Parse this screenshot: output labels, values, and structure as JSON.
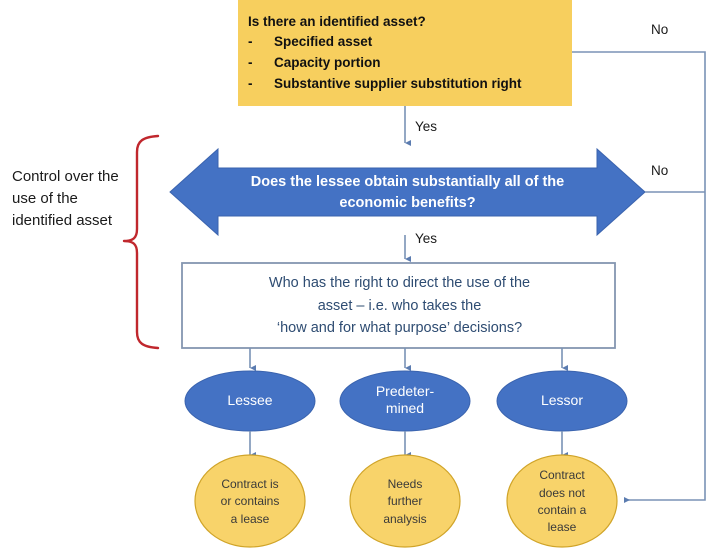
{
  "diagram": {
    "title": "Lease identification decision flowchart",
    "colors": {
      "yellow_fill": "#F7CF5E",
      "yellow_ellipse_fill": "#F8D36A",
      "yellow_ellipse_stroke": "#D0A429",
      "blue_fill": "#4472C4",
      "blue_stroke": "#3A63AE",
      "box_stroke": "#8496B0",
      "connector": "#7A92B5",
      "brace_red": "#C0272D",
      "text_dark": "#1A1A1A",
      "text_blue": "#2E4C72",
      "text_white": "#FFFFFF"
    },
    "asset_box": {
      "question": "Is there an identified asset?",
      "bullets": [
        "Specified asset",
        "Capacity portion",
        "Substantive supplier substitution right"
      ],
      "dash": "-"
    },
    "economic_benefits_arrow": {
      "line1": "Does the lessee obtain substantially all of the",
      "line2": "economic benefits?"
    },
    "direct_use_box": {
      "line1": "Who has the right to direct the use of the",
      "line2": "asset – i.e. who takes the",
      "line3": "‘how and for what purpose’ decisions?"
    },
    "decision_nodes": [
      {
        "id": "lessee",
        "label": "Lessee"
      },
      {
        "id": "predetermined",
        "line1": "Predeter-",
        "line2": "mined"
      },
      {
        "id": "lessor",
        "label": "Lessor"
      }
    ],
    "outcome_nodes": [
      {
        "id": "contract-is",
        "line1": "Contract is",
        "line2": "or contains",
        "line3": "a lease"
      },
      {
        "id": "needs-further",
        "line1": "Needs",
        "line2": "further",
        "line3": "analysis"
      },
      {
        "id": "contract-not",
        "line1": "Contract",
        "line2": "does not",
        "line3": "contain a",
        "line4": "lease"
      }
    ],
    "edge_labels": {
      "yes_asset": "Yes",
      "yes_benefits": "Yes",
      "no_asset": "No",
      "no_benefits": "No"
    },
    "brace_caption": "Control over the use of the identified asset"
  }
}
